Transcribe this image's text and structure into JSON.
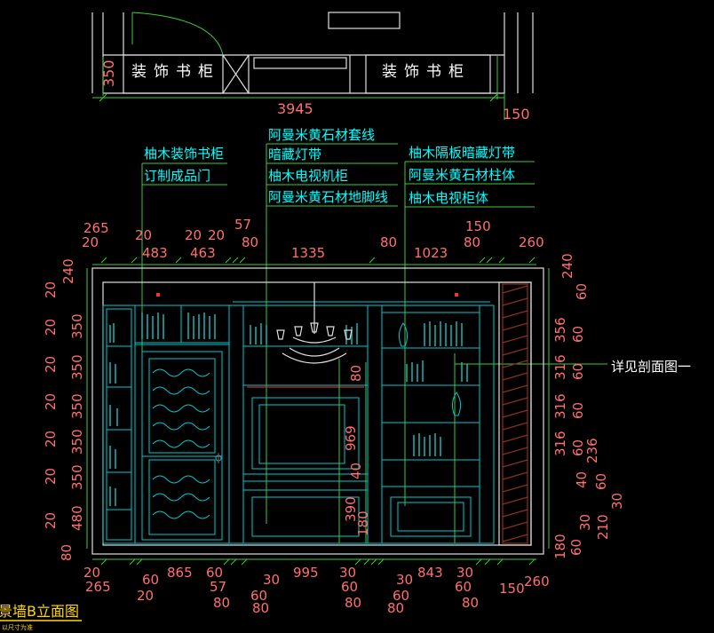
{
  "plan": {
    "label_left": "装饰书柜",
    "label_right": "装饰书柜",
    "dim_depth": "350",
    "dim_width": "3945",
    "dim_right": "150"
  },
  "callouts": {
    "left_1": "柚木装饰书柜",
    "left_2": "订制成品门",
    "mid_1": "阿曼米黄石材套线",
    "mid_2": "暗藏灯带",
    "mid_3": "柚木电视机柜",
    "mid_4": "阿曼米黄石材地脚线",
    "right_1": "柚木隔板暗藏灯带",
    "right_2": "阿曼米黄石材柱体",
    "right_3": "柚木电视柜体",
    "section_ref": "详见剖面图一"
  },
  "top_dims_upper": [
    "265",
    "57",
    "150"
  ],
  "top_dims_lower": [
    "20",
    "20",
    "483",
    "20",
    "463",
    "20",
    "80",
    "1335",
    "80",
    "1023",
    "80",
    "260"
  ],
  "left_dims": [
    "240",
    "20",
    "20",
    "350",
    "20",
    "350",
    "20",
    "350",
    "20",
    "350",
    "20",
    "350",
    "20",
    "480",
    "80"
  ],
  "right_dims": [
    "240",
    "60",
    "356",
    "60",
    "316",
    "60",
    "316",
    "60",
    "316",
    "60",
    "236",
    "40",
    "60",
    "30",
    "30",
    "210",
    "180",
    "60"
  ],
  "inner_dims": [
    "80",
    "969",
    "40",
    "390",
    "180"
  ],
  "bottom_dims_upper": [
    "20",
    "865",
    "60",
    "995",
    "30",
    "843",
    "30",
    "260"
  ],
  "bottom_dims_lower": [
    "265",
    "60",
    "20",
    "57",
    "80",
    "30",
    "60",
    "80",
    "60",
    "80",
    "30",
    "60",
    "80",
    "60",
    "80",
    "150"
  ],
  "title": {
    "main": "景墙B立面图",
    "sub": "以尺寸为准"
  },
  "colors": {
    "background": "#000000",
    "linework": "#00c8d0",
    "dimension_text": "#ff7070",
    "dimension_line": "#3ccd3c",
    "callout_text": "#00ffff",
    "title_text": "#ffd700"
  }
}
